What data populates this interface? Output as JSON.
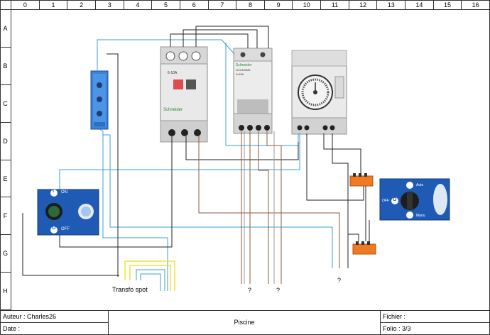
{
  "grid": {
    "columns": [
      "0",
      "1",
      "2",
      "3",
      "4",
      "5",
      "6",
      "7",
      "8",
      "9",
      "10",
      "11",
      "12",
      "13",
      "14",
      "15",
      "16"
    ],
    "rows": [
      "A",
      "B",
      "C",
      "D",
      "E",
      "F",
      "G",
      "H"
    ]
  },
  "title_block": {
    "author": "Auteur : Charles26",
    "date": "Date :",
    "title": "Piscine",
    "file": "Fichier :",
    "folio": "Folio : 3/3"
  },
  "labels": {
    "transfo": "Transfo spot",
    "unknown_1": "?",
    "unknown_2": "?",
    "unknown_3": "?"
  },
  "switch_panel": {
    "on": "ON",
    "off": "OFF",
    "on_symbol": "I",
    "off_symbol": "O"
  },
  "selector": {
    "auto": "Auto",
    "manu": "Manu",
    "off": "OFF",
    "off_symbol": "O"
  },
  "breaker": {
    "brand": "Schneider",
    "range": "6-10A"
  },
  "contactor": {
    "brand": "Schneider",
    "model": "GC2540M5",
    "rating": "2x25A"
  },
  "colors": {
    "blue_wire": "#3a9fd6",
    "black_wire": "#222222",
    "brown_wire": "#8b5a3c",
    "yellow_wire": "#f2e23a",
    "panel_blue": "#1f5bb5",
    "connector_orange": "#f07a22"
  }
}
